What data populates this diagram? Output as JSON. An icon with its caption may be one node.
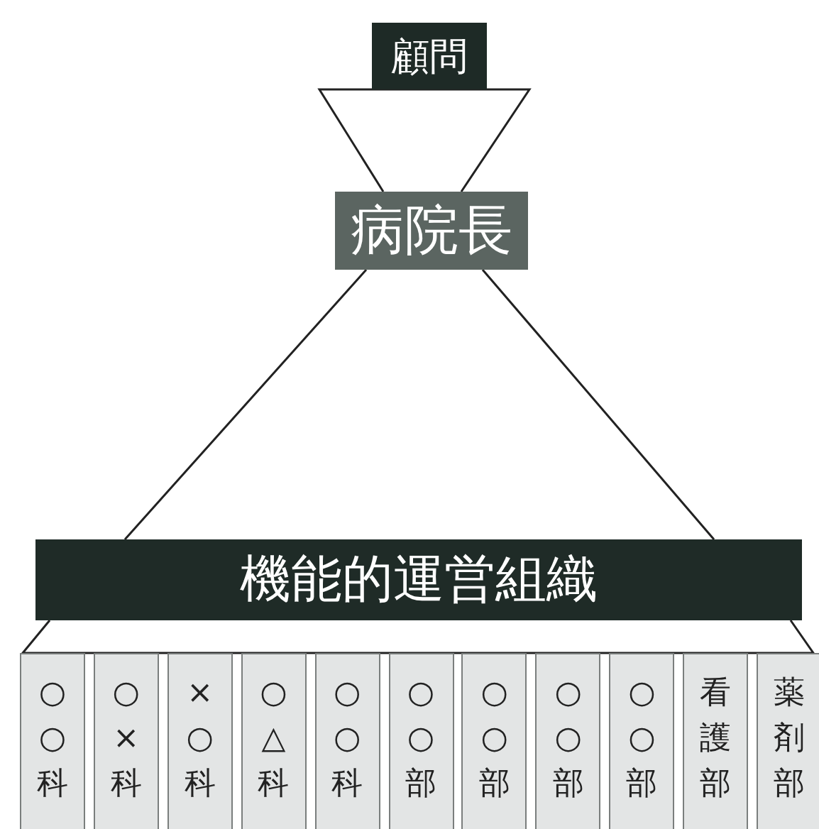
{
  "diagram": {
    "nodes": [
      {
        "text": [
          "顧問"
        ]
      },
      {
        "text": [
          "病院長"
        ]
      },
      {
        "text": [
          "機能的運営組織"
        ]
      },
      {
        "text": [
          "○○科"
        ]
      },
      {
        "text": [
          "○×科"
        ]
      },
      {
        "text": [
          "×○科"
        ]
      },
      {
        "text": [
          "○△科"
        ]
      },
      {
        "text": [
          "○○科"
        ]
      },
      {
        "text": [
          "○○部"
        ]
      },
      {
        "text": [
          "○○部"
        ]
      },
      {
        "text": [
          "○○部"
        ]
      },
      {
        "text": [
          "○○部"
        ]
      },
      {
        "text": [
          "看護部"
        ]
      },
      {
        "text": [
          "薬剤部"
        ]
      }
    ],
    "edges": [
      {
        "from": 0,
        "to": 1,
        "arrow": "none"
      },
      {
        "from": 1,
        "to": 2,
        "arrow": "none"
      },
      {
        "from": 2,
        "to": 3,
        "arrow": "none"
      },
      {
        "from": 2,
        "to": 4,
        "arrow": "none"
      },
      {
        "from": 2,
        "to": 5,
        "arrow": "none"
      },
      {
        "from": 2,
        "to": 6,
        "arrow": "none"
      },
      {
        "from": 2,
        "to": 7,
        "arrow": "none"
      },
      {
        "from": 2,
        "to": 8,
        "arrow": "none"
      },
      {
        "from": 2,
        "to": 9,
        "arrow": "none"
      },
      {
        "from": 2,
        "to": 10,
        "arrow": "none"
      },
      {
        "from": 2,
        "to": 11,
        "arrow": "none"
      },
      {
        "from": 2,
        "to": 12,
        "arrow": "none"
      },
      {
        "from": 2,
        "to": 13,
        "arrow": "none"
      }
    ]
  }
}
